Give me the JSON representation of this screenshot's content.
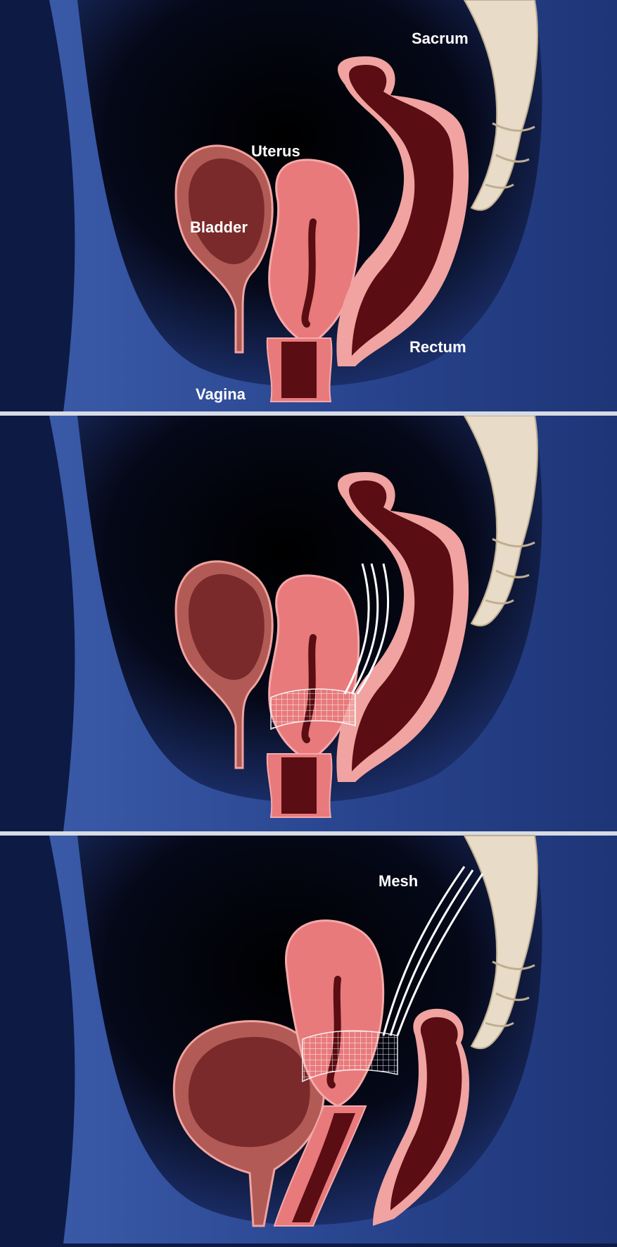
{
  "panels": [
    {
      "id": "normal-anatomy",
      "labels": {
        "sacrum": "Sacrum",
        "uterus": "Uterus",
        "bladder": "Bladder",
        "rectum": "Rectum",
        "vagina": "Vagina"
      }
    },
    {
      "id": "mesh-placement",
      "labels": {}
    },
    {
      "id": "mesh-suspension",
      "labels": {
        "mesh": "Mesh"
      }
    }
  ],
  "colors": {
    "body": "#2f4f9c",
    "cavity": "#000000",
    "background": "#0d1a44",
    "bone": "#e8dcc8",
    "organ_pink": "#e87a7c",
    "organ_dark": "#5a0d12",
    "bladder_wall": "#b25a55",
    "mesh": "#ffffff",
    "divider": "#d7dbe3"
  }
}
